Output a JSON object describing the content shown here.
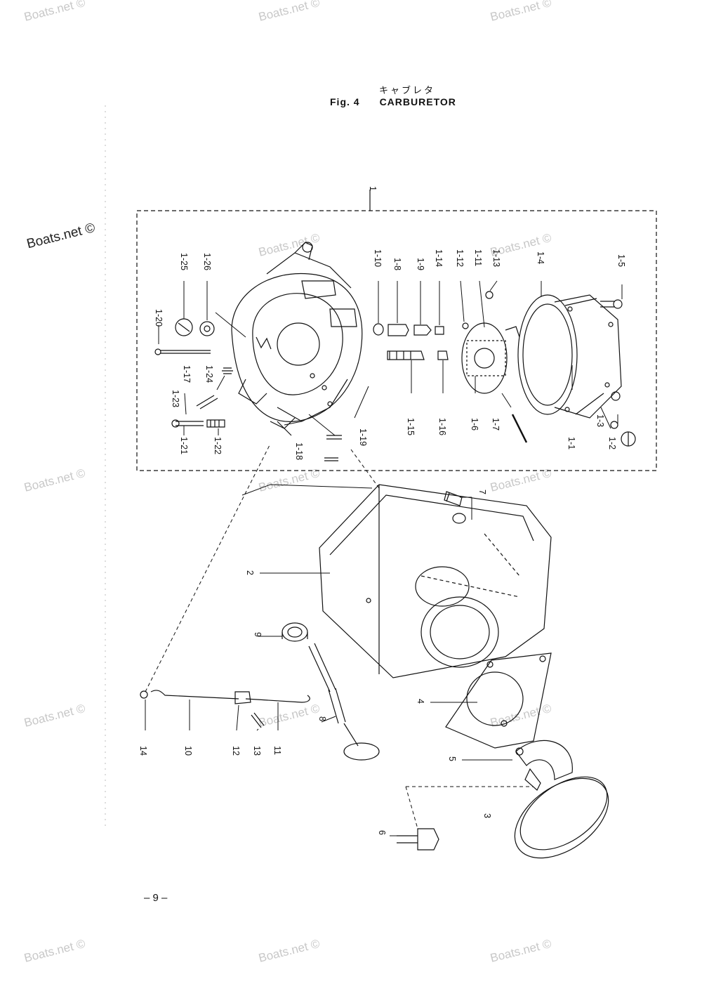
{
  "title": {
    "japanese": "キャブレタ",
    "figure": "Fig. 4",
    "name": "CARBURETOR"
  },
  "brand_mark": "Boats.net ©",
  "watermark_text": "Boats.net ©",
  "page_number": "– 9 –",
  "part_labels": {
    "p1": "1",
    "p1_1": "1-1",
    "p1_2": "1-2",
    "p1_3": "1-3",
    "p1_4": "1-4",
    "p1_5": "1-5",
    "p1_6": "1-6",
    "p1_7": "1-7",
    "p1_8": "1-8",
    "p1_9": "1-9",
    "p1_10": "1-10",
    "p1_11": "1-11",
    "p1_12": "1-12",
    "p1_13": "1-13",
    "p1_14": "1-14",
    "p1_15": "1-15",
    "p1_16": "1-16",
    "p1_17": "1-17",
    "p1_18": "1-18",
    "p1_19": "1-19",
    "p1_20": "1-20",
    "p1_21": "1-21",
    "p1_22": "1-22",
    "p1_23": "1-23",
    "p1_24": "1-24",
    "p1_25": "1-25",
    "p1_26": "1-26",
    "p2": "2",
    "p3": "3",
    "p4": "4",
    "p5": "5",
    "p6": "6",
    "p7": "7",
    "p8": "8",
    "p9": "9",
    "p10": "10",
    "p11": "11",
    "p12": "12",
    "p13": "13",
    "p14": "14"
  },
  "colors": {
    "ink": "#111111",
    "watermark": "#c8c8c8",
    "paper": "#ffffff"
  }
}
